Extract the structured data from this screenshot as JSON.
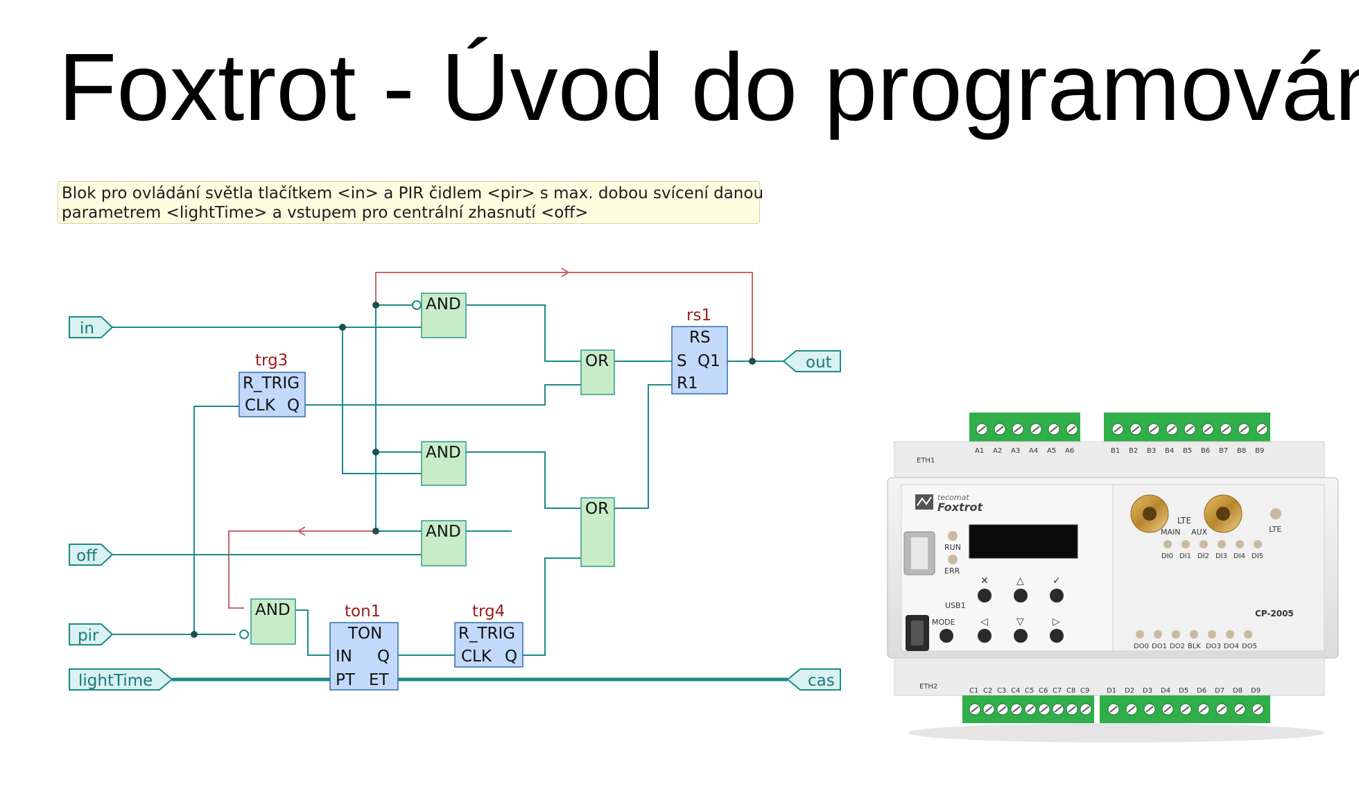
{
  "title": "Foxtrot - Úvod do programování",
  "comment": {
    "line1": "Blok pro ovládání světla tlačítkem <in> a PIR čidlem <pir> s max. dobou svícení danou",
    "line2": "parametrem <lightTime> a vstupem pro centrální zhasnutí <off>"
  },
  "colors": {
    "wire": "#1a8a88",
    "feedback_wire": "#c4686a",
    "instance_name": "#9b1b1b",
    "gate_fill": "#c8ecc8",
    "fb_fill": "#c3d9fb",
    "port_fill": "#d9f1f1"
  },
  "inputs": {
    "in": "in",
    "off": "off",
    "pir": "pir",
    "lightTime": "lightTime"
  },
  "outputs": {
    "out": "out",
    "cas": "cas"
  },
  "blocks": {
    "and1": {
      "type": "AND"
    },
    "and2": {
      "type": "AND"
    },
    "and3": {
      "type": "AND"
    },
    "and4": {
      "type": "AND"
    },
    "or1": {
      "type": "OR"
    },
    "or2": {
      "type": "OR"
    },
    "trg3": {
      "name": "trg3",
      "type": "R_TRIG",
      "in": "CLK",
      "out": "Q"
    },
    "rs1": {
      "name": "rs1",
      "type": "RS",
      "in1": "S",
      "in2": "R1",
      "out": "Q1"
    },
    "ton1": {
      "name": "ton1",
      "type": "TON",
      "in1": "IN",
      "in2": "PT",
      "out1": "Q",
      "out2": "ET"
    },
    "trg4": {
      "name": "trg4",
      "type": "R_TRIG",
      "in": "CLK",
      "out": "Q"
    }
  },
  "device": {
    "brand": "Foxtrot",
    "maker": "tecomat",
    "model": "CP-2005",
    "top_port": "ETH1",
    "top_terminals_left": [
      "A1",
      "A2",
      "A3",
      "A4",
      "A5",
      "A6"
    ],
    "top_terminals_right": [
      "B1",
      "B2",
      "B3",
      "B4",
      "B5",
      "B6",
      "B7",
      "B8",
      "B9"
    ],
    "bottom_port": "ETH2",
    "bottom_terminals_left": [
      "C1",
      "C2",
      "C3",
      "C4",
      "C5",
      "C6",
      "C7",
      "C8",
      "C9"
    ],
    "bottom_terminals_right": [
      "D1",
      "D2",
      "D3",
      "D4",
      "D5",
      "D6",
      "D7",
      "D8",
      "D9"
    ],
    "leds_status": [
      "RUN",
      "ERR"
    ],
    "usb": "USB1",
    "mode_button": "MODE",
    "antenna_label": "LTE",
    "antenna_ports": [
      "MAIN",
      "AUX"
    ],
    "lte_led": "LTE",
    "digital_inputs": [
      "DI0",
      "DI1",
      "DI2",
      "DI3",
      "DI4",
      "DI5"
    ],
    "digital_outputs": [
      "DO0",
      "DO1",
      "DO2",
      "BLK",
      "DO3",
      "DO4",
      "DO5"
    ]
  }
}
